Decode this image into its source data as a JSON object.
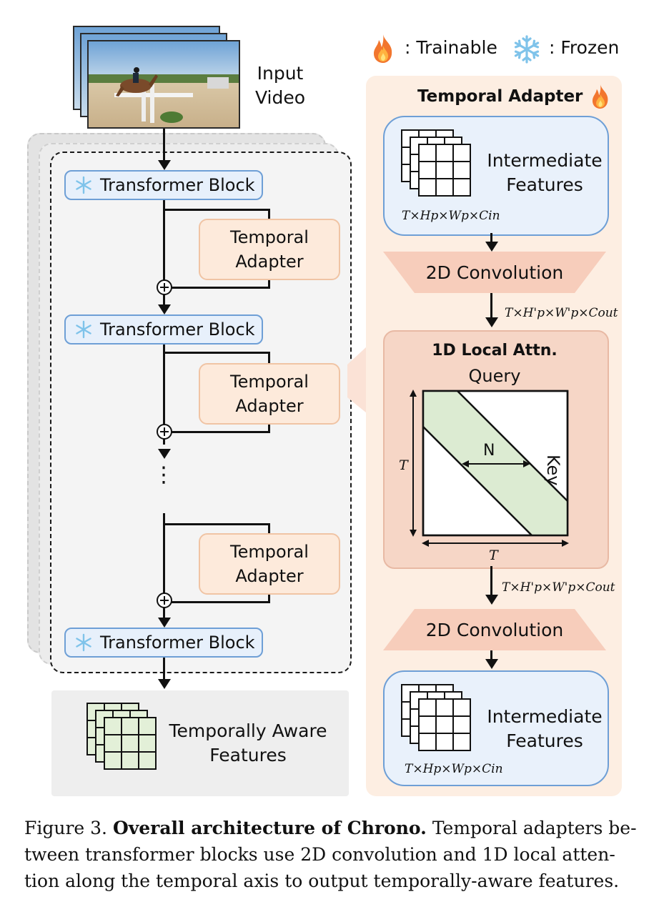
{
  "legend": {
    "trainable_label": ": Trainable",
    "frozen_label": ": Frozen"
  },
  "input_video": {
    "line1": "Input",
    "line2": "Video"
  },
  "left_stack": {
    "transformer_block_label": "Transformer Block",
    "temporal_adapter_line1": "Temporal",
    "temporal_adapter_line2": "Adapter",
    "ellipsis": "⋮"
  },
  "output": {
    "line1": "Temporally Aware",
    "line2": "Features"
  },
  "right_panel": {
    "title": "Temporal Adapter",
    "intermediate_line1": "Intermediate",
    "intermediate_line2": "Features",
    "dims_in": "T×Hp×Wp×Cin",
    "conv_label": "2D Convolution",
    "dims_out": "T×H'p×W'p×Cout",
    "attn_title": "1D Local Attn.",
    "query_label": "Query",
    "key_label": "Key",
    "n_label": "N",
    "t_label": "T"
  },
  "caption": {
    "prefix": "Figure 3.",
    "bold": "Overall architecture of Chrono.",
    "line1_rest": "Temporal adapters be-",
    "line2": "tween transformer blocks use 2D convolution and 1D local atten-",
    "line3": "tion along the temporal axis to output temporally-aware features."
  },
  "colors": {
    "frozen_block_fill": "#e7f0fb",
    "frozen_block_border": "#6e9fd6",
    "adapter_fill": "#fdeadb",
    "adapter_border": "#f0c4a4",
    "attention_band": "#dcebd2",
    "panel_fill": "#fdeee2",
    "attn_fill": "#f6d6c6",
    "feature_grid_green": "#e3f0d8"
  }
}
